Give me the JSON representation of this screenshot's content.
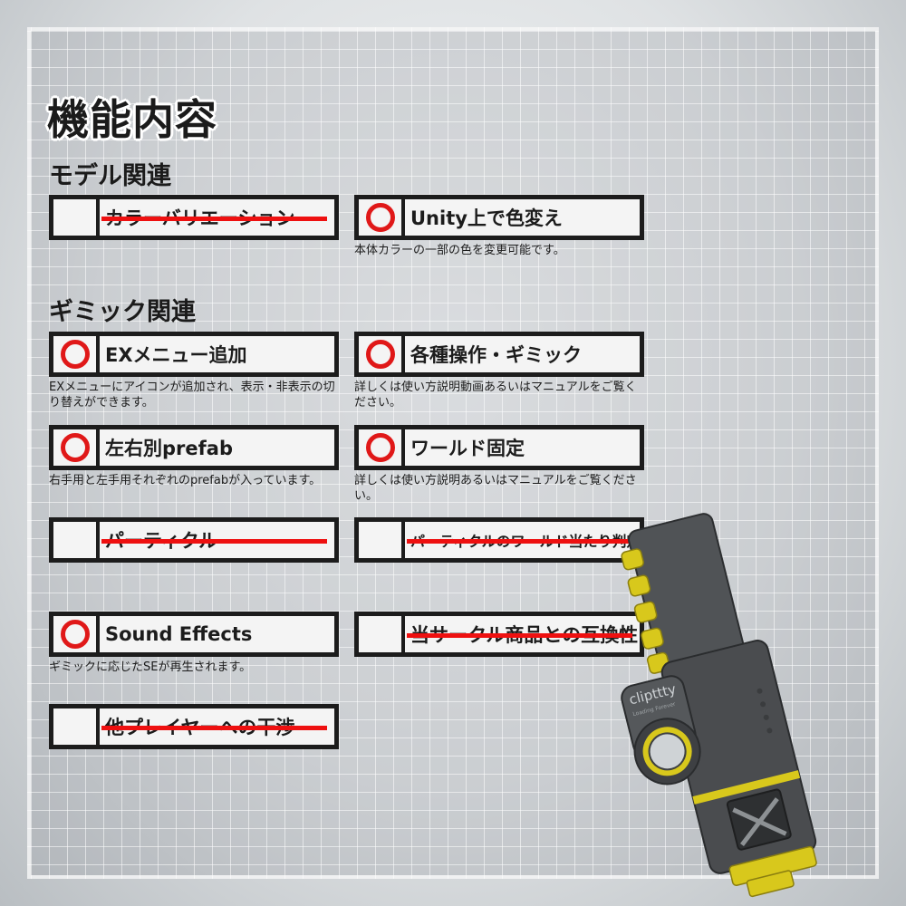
{
  "title": "機能内容",
  "sections": {
    "model": "モデル関連",
    "gimmick": "ギミック関連"
  },
  "colors": {
    "accent": "#e01818",
    "border": "#1c1c1c",
    "device_body": "#4a4c4f",
    "device_trim": "#d8c81c"
  },
  "items": {
    "color_variation": {
      "label": "カラーバリエーション",
      "available": false
    },
    "unity_color": {
      "label": "Unity上で色変え",
      "available": true,
      "desc": "本体カラーの一部の色を変更可能です。"
    },
    "ex_menu": {
      "label": "EXメニュー追加",
      "available": true,
      "desc": "EXメニューにアイコンが追加され、表示・非表示の切り替えができます。"
    },
    "operations": {
      "label": "各種操作・ギミック",
      "available": true,
      "desc": "詳しくは使い方説明動画あるいはマニュアルをご覧ください。"
    },
    "prefab": {
      "label": "左右別prefab",
      "available": true,
      "desc": "右手用と左手用それぞれのprefabが入っています。"
    },
    "world_fixed": {
      "label": "ワールド固定",
      "available": true,
      "desc": "詳しくは使い方説明あるいはマニュアルをご覧ください。"
    },
    "particle": {
      "label": "パーティクル",
      "available": false
    },
    "particle_world": {
      "label": "パーティクルのワールド当たり判定",
      "available": false
    },
    "sound": {
      "label": "Sound Effects",
      "available": true,
      "desc": "ギミックに応じたSEが再生されます。"
    },
    "compat": {
      "label": "当サークル商品との互換性",
      "available": false
    },
    "interference": {
      "label": "他プレイヤーへの干渉",
      "available": false
    }
  },
  "device": {
    "brand": "clipttty",
    "tagline": "Loading Forever"
  }
}
